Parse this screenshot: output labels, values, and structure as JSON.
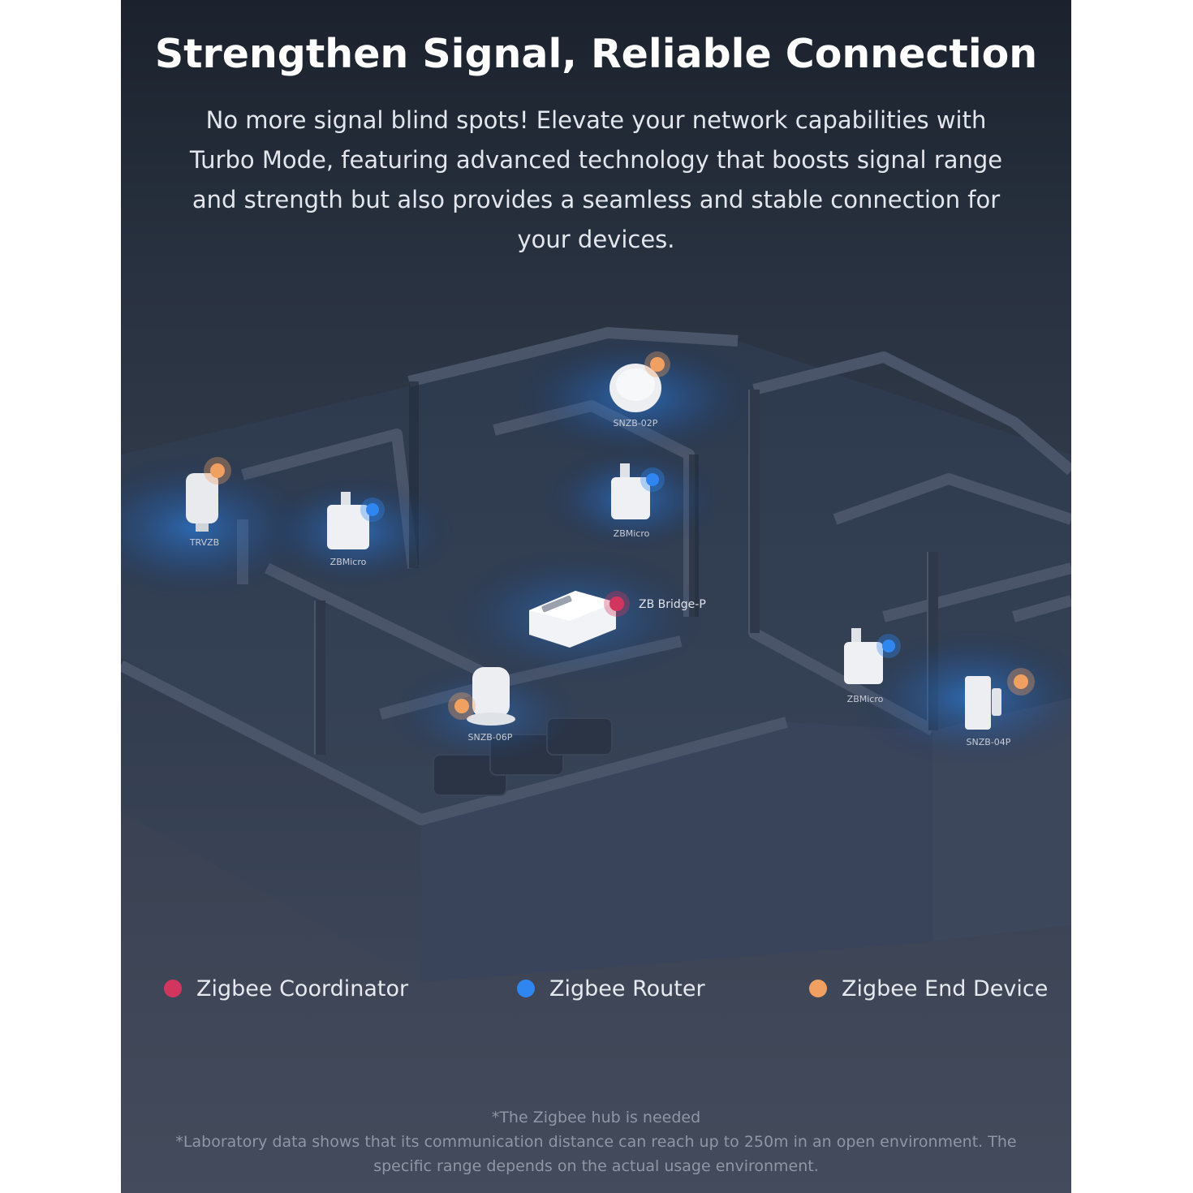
{
  "headline": "Strengthen Signal, Reliable Connection",
  "subtitle": "No more signal blind spots! Elevate your network capabilities with Turbo Mode, featuring advanced technology that boosts signal range and strength but also provides a seamless and stable connection for your devices.",
  "devices": {
    "snzb02p": "SNZB-02P",
    "trvzb": "TRVZB",
    "zbmicro_left": "ZBMicro",
    "zbmicro_center": "ZBMicro",
    "zb_bridge": "ZB Bridge-P",
    "snzb06p": "SNZB-06P",
    "zbmicro_right": "ZBMicro",
    "snzb04p": "SNZB-04P"
  },
  "legend": {
    "coordinator": {
      "label": "Zigbee Coordinator",
      "color": "#d2365f"
    },
    "router": {
      "label": "Zigbee Router",
      "color": "#2f86f0"
    },
    "end_device": {
      "label": "Zigbee End Device",
      "color": "#f0a060"
    }
  },
  "notes": {
    "line1": "*The Zigbee hub is needed",
    "line2": "*Laboratory data shows that its communication distance can reach up to 250m in an open environment. The specific range depends on the actual usage environment."
  }
}
